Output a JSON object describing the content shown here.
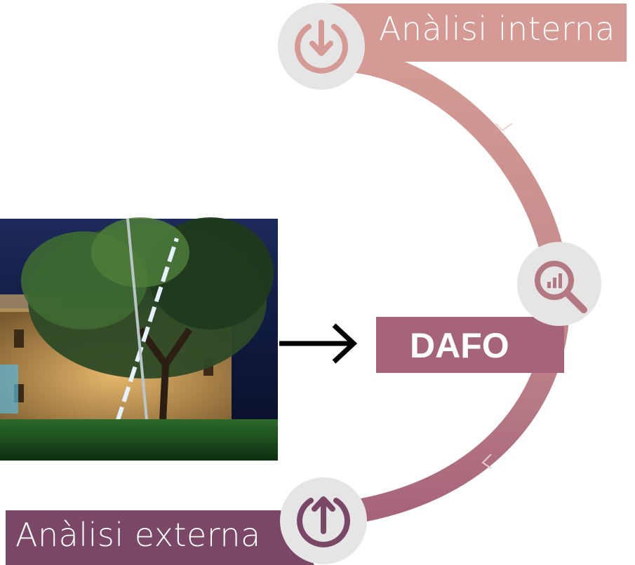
{
  "diagram": {
    "top_label": "Anàlisi interna",
    "center_label": "DAFO",
    "bottom_label": "Anàlisi externa",
    "icons": [
      "arrow-down-circle-icon",
      "magnifier-chart-icon",
      "arrow-up-circle-icon"
    ],
    "photo": "night-building-with-tree-photo"
  },
  "colors": {
    "top_pink": "#d49a93",
    "mid_mauve": "#b37882",
    "center_box": "#a6647a",
    "bottom_purple": "#7a4866",
    "icon_circle": "#e5e5e5",
    "arrow": "#000000"
  }
}
